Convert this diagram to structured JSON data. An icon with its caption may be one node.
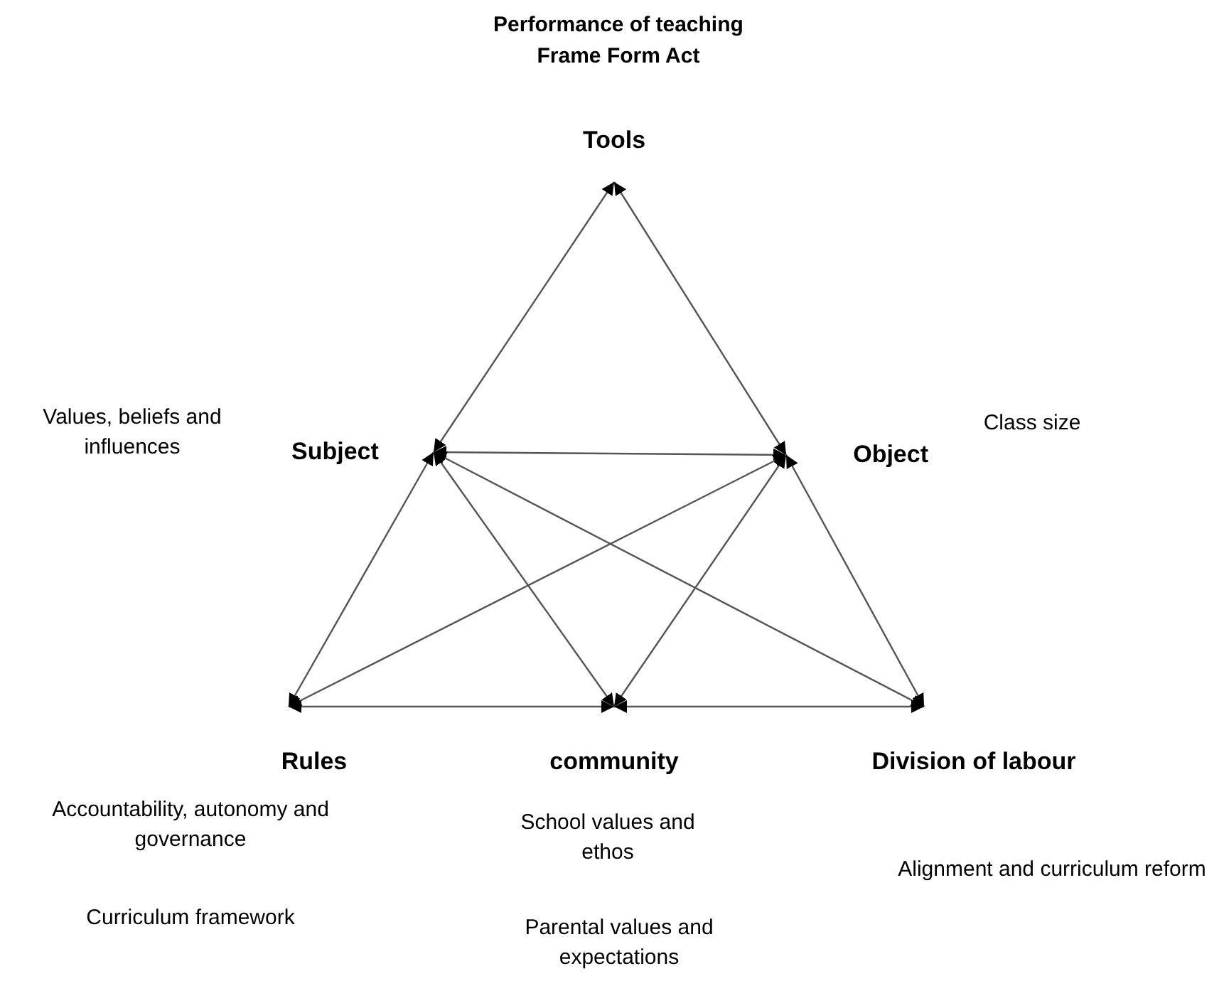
{
  "diagram": {
    "title": "Performance of teaching Frame Form Act",
    "nodes": [
      {
        "text": [
          "Tools"
        ]
      },
      {
        "text": [
          "Subject"
        ],
        "beside": [
          "Values, beliefs and influences"
        ]
      },
      {
        "text": [
          "Object"
        ],
        "beside": [
          "Class size"
        ]
      },
      {
        "text": [
          "Rules"
        ],
        "beside": [
          "Accountability, autonomy and governance",
          "Curriculum framework"
        ]
      },
      {
        "text": [
          "community"
        ],
        "beside": [
          "School values and ethos"
        ]
      },
      {
        "text": [
          "Division of labour"
        ]
      }
    ],
    "labels": [
      "Alignment and curriculum reform",
      "Parental values and expectations"
    ],
    "edges": [
      {
        "from": 0,
        "to": 1,
        "arrow": "both"
      },
      {
        "from": 0,
        "to": 2,
        "arrow": "both"
      },
      {
        "from": 1,
        "to": 2,
        "arrow": "both"
      },
      {
        "from": 1,
        "to": 3,
        "arrow": "both"
      },
      {
        "from": 1,
        "to": 4,
        "arrow": "both"
      },
      {
        "from": 1,
        "to": 5,
        "arrow": "both"
      },
      {
        "from": 2,
        "to": 3,
        "arrow": "both"
      },
      {
        "from": 2,
        "to": 4,
        "arrow": "both"
      },
      {
        "from": 2,
        "to": 5,
        "arrow": "both"
      },
      {
        "from": 3,
        "to": 4,
        "arrow": "both"
      },
      {
        "from": 4,
        "to": 5,
        "arrow": "both"
      }
    ]
  }
}
